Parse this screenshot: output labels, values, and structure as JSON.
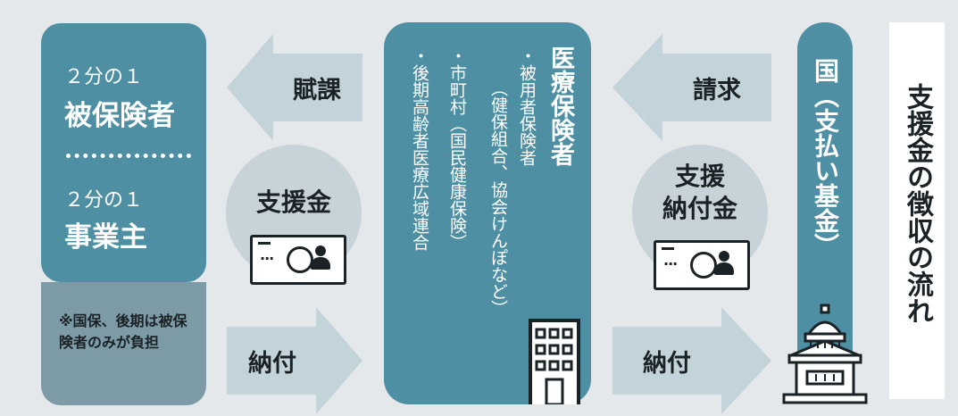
{
  "title": "支援金の徴収の流れ",
  "left_panel": {
    "top_ratio": "２分の１",
    "top_label": "被保険者",
    "bottom_ratio": "２分の１",
    "bottom_label": "事業主"
  },
  "note": "※国保、後期は被保険者のみが負担",
  "arrows": {
    "levy": "賦課",
    "claim": "請求",
    "pay_left": "納付",
    "pay_right": "納付"
  },
  "circles": {
    "left": "支援金",
    "right_line1": "支援",
    "right_line2": "納付金"
  },
  "insurer": {
    "heading": "医療保険者",
    "items": [
      "・被用者保険者",
      "（健保組合、協会けんぽなど）",
      "・市町村（国民健康保険）",
      "・後期高齢者医療広域連合"
    ]
  },
  "country": {
    "label": "国（支払い基金）"
  },
  "icons": {
    "money": "banknote-icon",
    "building": "office-building-icon",
    "government": "government-building-icon"
  },
  "colors": {
    "teal": "#4e8fa3",
    "slate": "#7d9ba7",
    "arrow": "#c3d3da",
    "circle": "#c7d3d8",
    "background": "#e4e8ea"
  }
}
